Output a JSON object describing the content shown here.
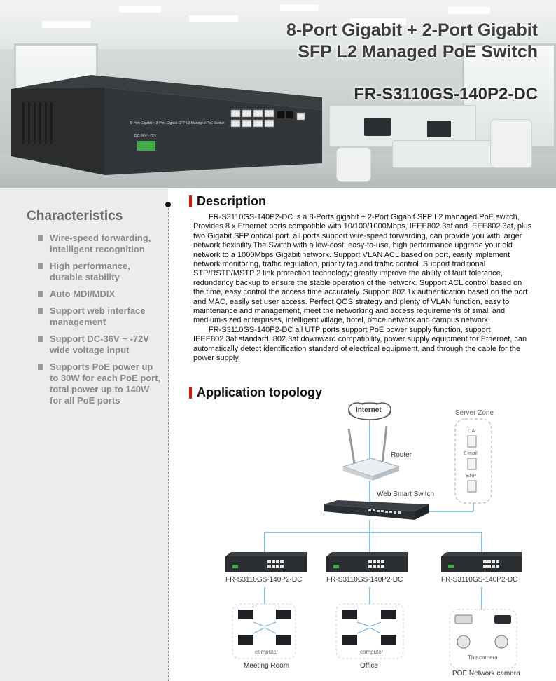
{
  "hero": {
    "title_line1": "8-Port Gigabit + 2-Port Gigabit",
    "title_line2": "SFP L2 Managed PoE Switch",
    "model": "FR-S3110GS-140P2-DC",
    "device_label": "8-Port Gigabit + 2-Port Gigabit SFP L2 Managed PoE Switch",
    "power_label": "DC-36V~-72V"
  },
  "characteristics": {
    "title": "Characteristics",
    "items": [
      "Wire-speed forwarding, intelligent recognition",
      "High performance, durable stability",
      "Auto MDI/MDIX",
      "Support web interface management",
      "Support DC-36V ~ -72V wide voltage input",
      "Supports PoE power up to 30W for each PoE port, total power up to 140W for all PoE ports"
    ]
  },
  "description": {
    "title": "Description",
    "paragraphs": [
      "FR-S3110GS-140P2-DC is a 8-Ports gigabit + 2-Port Gigabit SFP L2 managed PoE switch, Provides 8 x Ethernet ports compatible with 10/100/1000Mbps, IEEE802.3af and IEEE802.3at, plus two Gigabit SFP optical port. all ports support wire-speed forwarding, can provide you with larger network flexibility.The Switch with a low-cost, easy-to-use, high performance upgrade your old network to a 1000Mbps Gigabit network. Support VLAN ACL based on port, easily implement network monitoring, traffic regulation, priority tag and traffic control. Support traditional STP/RSTP/MSTP 2 link protection technology; greatly improve the ability of fault tolerance, redundancy backup to ensure the stable operation of the network. Support ACL control based on the time, easy control the access time accurately. Support 802.1x authentication based on the port and MAC, easily set user access. Perfect QOS strategy and plenty of VLAN function, easy to maintenance and management, meet the networking and access requirements of small and medium-sized enterprises, intelligent village, hotel, office network and campus network.",
      "FR-S3110GS-140P2-DC all UTP ports support PoE power supply function, support IEEE802.3at standard, 802.3af downward compatibility, power supply equipment for Ethernet, can automatically detect identification standard of electrical equipment, and through the cable for the power supply."
    ]
  },
  "topology": {
    "title": "Application topology",
    "internet": "Internet",
    "router": "Router",
    "server_zone": "Server Zone",
    "servers": [
      "OA",
      "E-mail",
      "ERP"
    ],
    "web_switch": "Web Smart Switch",
    "switch_models": [
      "FR-S3110GS-140P2-DC",
      "FR-S3110GS-140P2-DC",
      "FR-S3110GS-140P2-DC"
    ],
    "computer_label": "computer",
    "camera_label": "The camera",
    "zones": [
      "Meeting Room",
      "Office",
      "POE Network camera"
    ]
  }
}
